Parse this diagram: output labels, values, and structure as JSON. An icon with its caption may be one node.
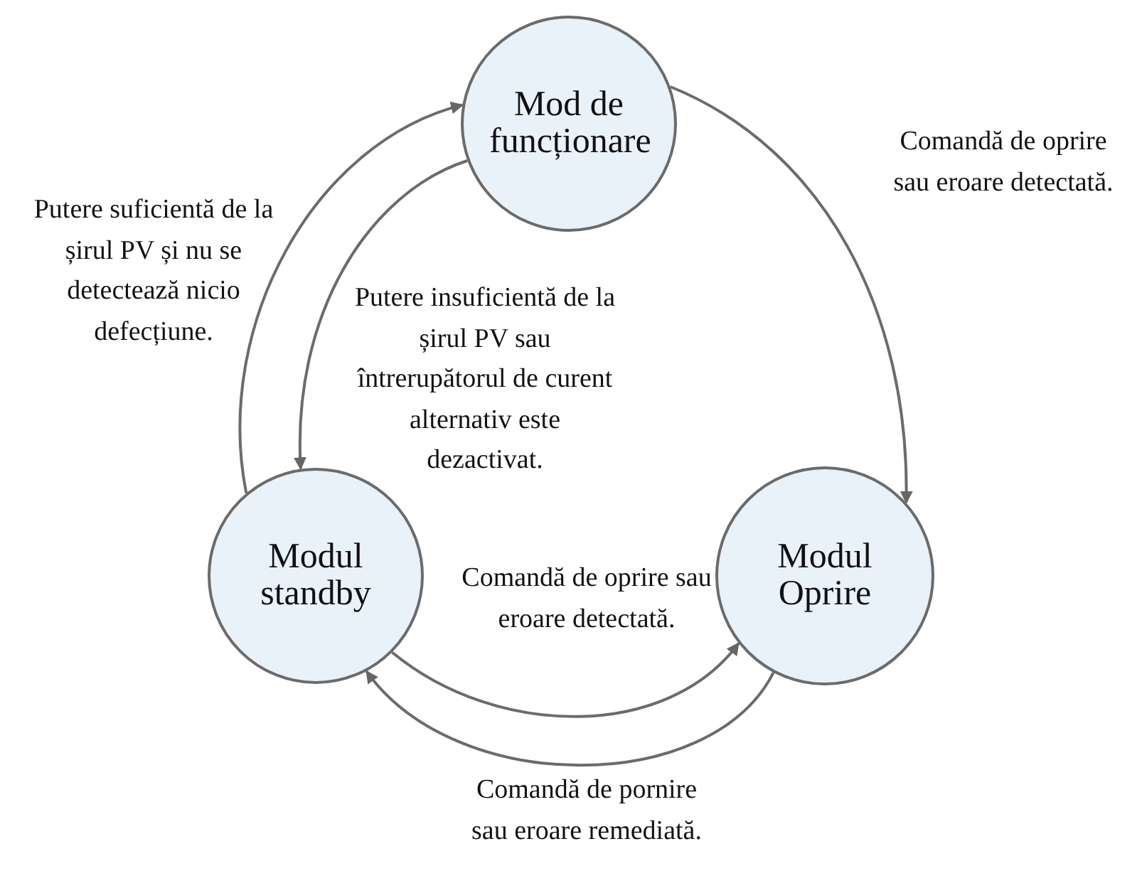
{
  "diagram": {
    "nodes": [
      {
        "text": [
          "Mod de funcționare"
        ]
      },
      {
        "text": [
          "Modul standby"
        ]
      },
      {
        "text": [
          "Modul Oprire"
        ]
      }
    ],
    "edges": [
      {
        "from": 1,
        "to": 0,
        "arrow": "to",
        "label": "Putere suficientă de la șirul PV și nu se detectează nicio defecțiune."
      },
      {
        "from": 0,
        "to": 1,
        "arrow": "to",
        "label": "Putere insuficientă de la șirul PV sau întrerupătorul de curent alternativ este dezactivat."
      },
      {
        "from": 0,
        "to": 2,
        "arrow": "to",
        "label": "Comandă de oprire sau eroare detectată."
      },
      {
        "from": 1,
        "to": 2,
        "arrow": "to",
        "label": "Comandă de oprire sau eroare detectată."
      },
      {
        "from": 2,
        "to": 1,
        "arrow": "to",
        "label": "Comandă de pornire sau eroare remediată."
      }
    ]
  }
}
